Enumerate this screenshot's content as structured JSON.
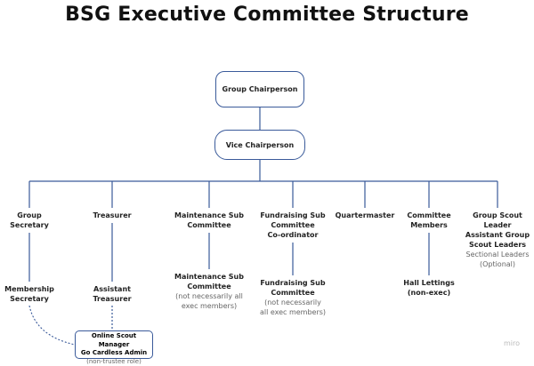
{
  "title": "BSG Executive Committee Structure",
  "top": {
    "chair": "Group Chairperson",
    "vice": "Vice Chairperson"
  },
  "columns": [
    {
      "id": "secretary",
      "lines": [
        [
          "Group",
          "b"
        ],
        [
          "Secretary",
          "b"
        ]
      ],
      "sub": [
        [
          "Membership",
          "b"
        ],
        [
          "Secretary",
          "b"
        ]
      ]
    },
    {
      "id": "treasurer",
      "lines": [
        [
          "Treasurer",
          "b"
        ]
      ],
      "sub": [
        [
          "Assistant",
          "b"
        ],
        [
          "Treasurer",
          "b"
        ]
      ]
    },
    {
      "id": "maintenance",
      "lines": [
        [
          "Maintenance Sub",
          "b"
        ],
        [
          "Committee",
          "b"
        ]
      ],
      "sub": [
        [
          "Maintenance Sub",
          "b"
        ],
        [
          "Committee",
          "b"
        ],
        [
          "(not necessarily all",
          "n"
        ],
        [
          "exec members)",
          "n"
        ]
      ]
    },
    {
      "id": "fundraising",
      "lines": [
        [
          "Fundraising Sub",
          "b"
        ],
        [
          "Committee",
          "b"
        ],
        [
          "Co-ordinator",
          "b"
        ]
      ],
      "sub": [
        [
          "Fundraising Sub",
          "b"
        ],
        [
          "Committee",
          "b"
        ],
        [
          "(not necessarily",
          "n"
        ],
        [
          "all exec members)",
          "n"
        ]
      ]
    },
    {
      "id": "quartermaster",
      "lines": [
        [
          "Quartermaster",
          "b"
        ]
      ],
      "sub": []
    },
    {
      "id": "committee",
      "lines": [
        [
          "Committee",
          "b"
        ],
        [
          "Members",
          "b"
        ]
      ],
      "sub": [
        [
          "Hall Lettings",
          "b"
        ],
        [
          "(non-exec)",
          "b"
        ]
      ]
    },
    {
      "id": "scout",
      "lines": [
        [
          "Group Scout",
          "b"
        ],
        [
          "Leader",
          "b"
        ],
        [
          "Assistant Group",
          "b"
        ],
        [
          "Scout Leaders",
          "b"
        ],
        [
          "Sectional Leaders",
          "n"
        ],
        [
          "(Optional)",
          "n"
        ]
      ],
      "sub": []
    }
  ],
  "admin": [
    [
      "Online Scout Manager",
      "b"
    ],
    [
      "Go Cardless Admin",
      "b"
    ],
    [
      "(non-trustee role)",
      "n"
    ]
  ],
  "watermark": "miro"
}
